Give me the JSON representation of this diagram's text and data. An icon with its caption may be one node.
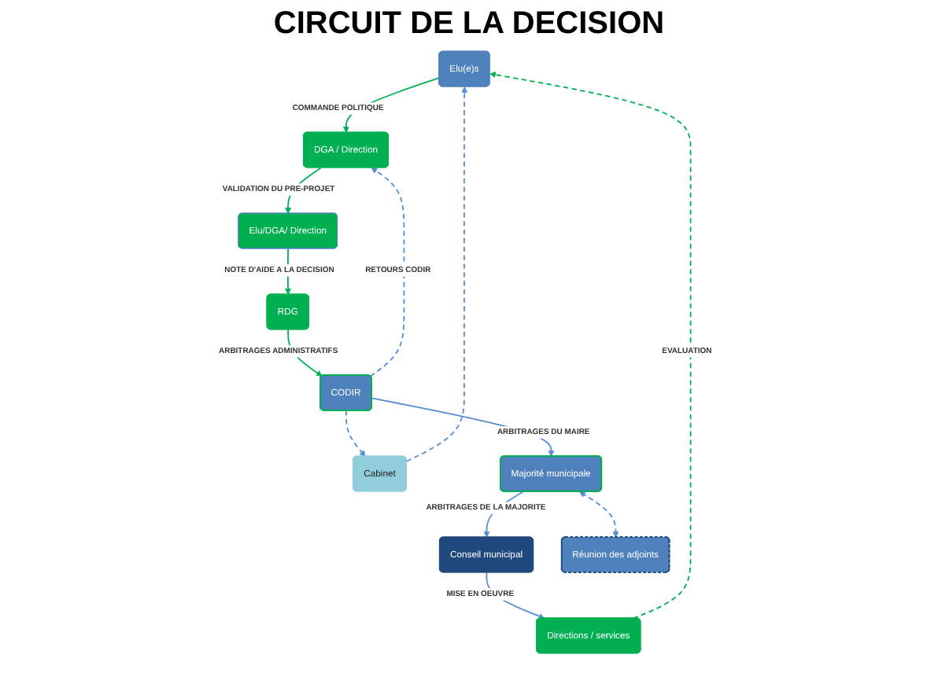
{
  "diagram": {
    "title": "CIRCUIT DE LA DECISION",
    "nodes": [
      {
        "text": [
          "Elu(e)s"
        ]
      },
      {
        "text": [
          "Directions / services"
        ]
      },
      {
        "text": [
          "Conseil municipal"
        ]
      },
      {
        "text": [
          "Cabinet"
        ]
      },
      {
        "text": [
          "DGA / Direction"
        ]
      },
      {
        "text": [
          "Elu/DGA/ Direction"
        ]
      },
      {
        "text": [
          "Majorité municipale"
        ]
      },
      {
        "text": [
          "CODIR"
        ]
      },
      {
        "text": [
          "RDG"
        ]
      },
      {
        "text": [
          "Réunion des adjoints"
        ]
      }
    ],
    "edges": [
      {
        "from": 1,
        "to": 0,
        "arrow": "to",
        "label": "EVALUATION",
        "style": "dashed",
        "color": "#00b050"
      },
      {
        "from": 0,
        "to": 4,
        "arrow": "to",
        "label": "COMMANDE POLITIQUE",
        "color": "#00b050"
      },
      {
        "from": 4,
        "to": 5,
        "arrow": "to",
        "label": "VALIDATION DU PRE-PROJET",
        "color": "#00b050"
      },
      {
        "from": 5,
        "to": 8,
        "arrow": "to",
        "label": "NOTE D'AIDE A LA DECISION",
        "color": "#00b050"
      },
      {
        "from": 8,
        "to": 7,
        "arrow": "to",
        "label": "ARBITRAGES ADMINISTRATIFS",
        "color": "#00b050"
      },
      {
        "from": 7,
        "to": 6,
        "arrow": "to",
        "label": "ARBITRAGES DU MAIRE"
      },
      {
        "from": 6,
        "to": 2,
        "arrow": "to",
        "label": "ARBITRAGES DE LA MAJORITE"
      },
      {
        "from": 2,
        "to": 1,
        "arrow": "to",
        "label": "MISE EN OEUVRE"
      },
      {
        "from": 7,
        "to": 3,
        "arrow": "to",
        "style": "dashed"
      },
      {
        "from": 3,
        "to": 0,
        "arrow": "to",
        "style": "dashed"
      },
      {
        "from": 7,
        "to": 4,
        "arrow": "to",
        "label": "RETOURS CODIR",
        "style": "dashed"
      },
      {
        "from": 6,
        "to": 9,
        "arrow": "both",
        "style": "dashed"
      }
    ]
  }
}
